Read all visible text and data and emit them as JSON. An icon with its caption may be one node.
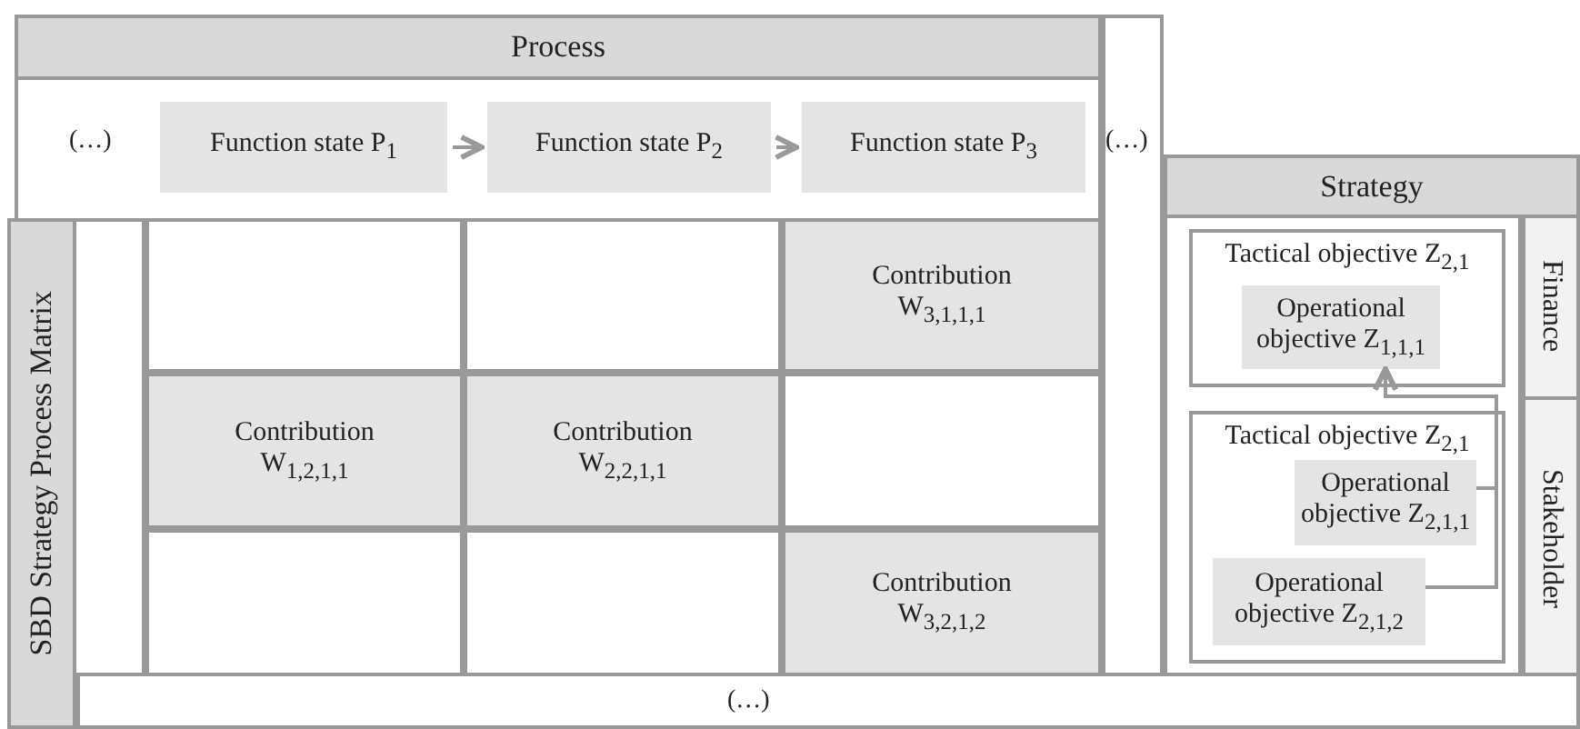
{
  "diagram": {
    "nodes": [
      {
        "text": [
          "Process"
        ]
      },
      {
        "text": [
          "Function state P$_{1}$"
        ]
      },
      {
        "text": [
          "Function state P$_{2}$"
        ]
      },
      {
        "text": [
          "Function state P$_{3}$"
        ]
      },
      {
        "text": [
          "Strategy"
        ]
      },
      {
        "text": [
          "SBD Strategy Process Matrix"
        ]
      },
      {
        "text": [],
        "shape": "box"
      },
      {
        "text": [],
        "shape": "box"
      },
      {
        "text": [
          "Contribution W$_{3,1,1,1}$"
        ]
      },
      {
        "text": [
          "Contribution W$_{1,2,1,1}$"
        ]
      },
      {
        "text": [
          "Contribution W$_{2,2,1,1}$"
        ]
      },
      {
        "text": [],
        "shape": "box"
      },
      {
        "text": [],
        "shape": "box"
      },
      {
        "text": [],
        "shape": "box"
      },
      {
        "text": [
          "Contribution W$_{3,2,1,2}$"
        ]
      },
      {
        "text": [
          "Tactical objective Z$_{2,1}$"
        ]
      },
      {
        "text": [
          "Operational objective Z$_{1,1,1}$"
        ],
        "in": 15
      },
      {
        "text": [
          "Finance"
        ]
      },
      {
        "text": [
          "Tactical objective Z$_{2,1}$"
        ]
      },
      {
        "text": [
          "Operational objective Z$_{2,1,1}$"
        ],
        "in": 18
      },
      {
        "text": [
          "Operational objective Z$_{2,1,2}$"
        ],
        "in": 18
      },
      {
        "text": [
          "Stakeholder"
        ]
      }
    ],
    "edges": [
      {
        "from": 1,
        "to": 2,
        "arrow": "to"
      },
      {
        "from": 2,
        "to": 3,
        "arrow": "to"
      },
      {
        "from": 20,
        "to": 16,
        "arrow": "to"
      },
      {
        "from": 19,
        "to": 16,
        "arrow": "to"
      }
    ],
    "labels": [
      "(…)",
      "(…)",
      "(…)"
    ]
  }
}
